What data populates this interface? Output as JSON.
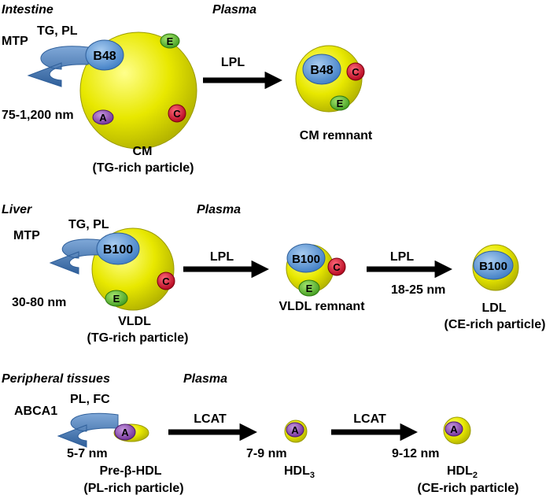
{
  "colors": {
    "lipid_yellow": "#e6e600",
    "lipid_yellow_light": "#ffff66",
    "lipid_edge": "#8a8a00",
    "apo_blue": "#5b9bd5",
    "apo_red": "#c8102e",
    "apo_green": "#5cb82e",
    "apo_purple": "#8e44ad",
    "mtp_arrow": "#4f81bd",
    "text": "#000000"
  },
  "intestine": {
    "section_label": "Intestine",
    "plasma_label": "Plasma",
    "transporter": "MTP",
    "cargo": "TG, PL",
    "size": "75-1,200 nm",
    "particle_name": "CM",
    "particle_note": "(TG-rich particle)",
    "apo_main": "B48",
    "apo_e": "E",
    "apo_c": "C",
    "apo_a": "A",
    "enzyme": "LPL",
    "remnant_name": "CM remnant",
    "remnant_apo_main": "B48",
    "remnant_apo_c": "C",
    "remnant_apo_e": "E"
  },
  "liver": {
    "section_label": "Liver",
    "plasma_label": "Plasma",
    "transporter": "MTP",
    "cargo": "TG, PL",
    "size": "30-80 nm",
    "particle_name": "VLDL",
    "particle_note": "(TG-rich particle)",
    "apo_main": "B100",
    "apo_c": "C",
    "apo_e": "E",
    "enzyme1": "LPL",
    "remnant_name": "VLDL remnant",
    "remnant_apo_main": "B100",
    "remnant_apo_c": "C",
    "remnant_apo_e": "E",
    "enzyme2": "LPL",
    "ldl_size": "18-25 nm",
    "ldl_name": "LDL",
    "ldl_note": "(CE-rich particle)",
    "ldl_apo": "B100"
  },
  "peripheral": {
    "section_label": "Peripheral tissues",
    "plasma_label": "Plasma",
    "transporter": "ABCA1",
    "cargo": "PL, FC",
    "prebeta_apo": "A",
    "prebeta_size": "5-7 nm",
    "prebeta_name": "Pre-β-HDL",
    "prebeta_note": "(PL-rich particle)",
    "enzyme1": "LCAT",
    "hdl3_apo": "A",
    "hdl3_size": "7-9 nm",
    "hdl3_name": "HDL",
    "hdl3_sub": "3",
    "enzyme2": "LCAT",
    "hdl2_apo": "A",
    "hdl2_size": "9-12 nm",
    "hdl2_name": "HDL",
    "hdl2_sub": "2",
    "hdl2_note": "(CE-rich particle)"
  }
}
